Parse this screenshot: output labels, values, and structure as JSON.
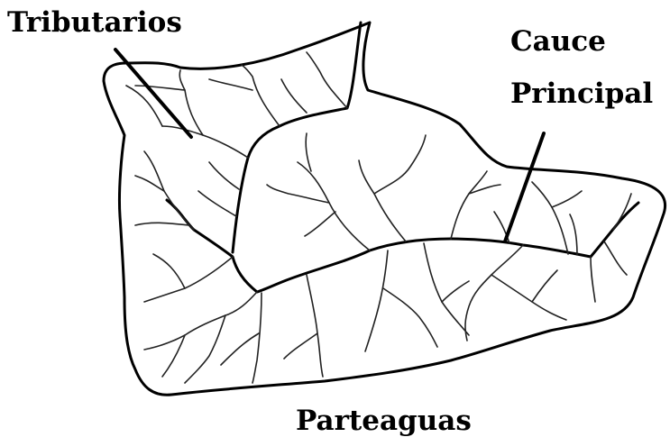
{
  "labels": {
    "tributarios": "Tributarios",
    "cauce": "Cauce",
    "principal": "Principal",
    "parteaguas": "Parteaguas"
  }
}
